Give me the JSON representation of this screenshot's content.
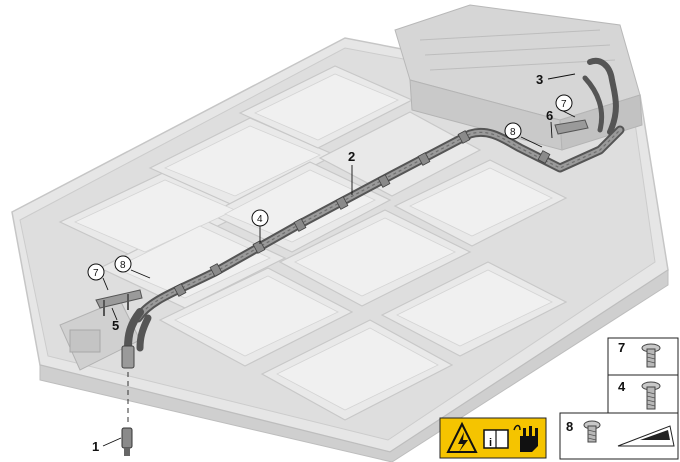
{
  "callouts": [
    {
      "label": "1",
      "style": "plain"
    },
    {
      "label": "2",
      "style": "plain"
    },
    {
      "label": "3",
      "style": "plain"
    },
    {
      "label": "4",
      "style": "circle"
    },
    {
      "label": "5",
      "style": "plain"
    },
    {
      "label": "6",
      "style": "plain"
    },
    {
      "label": "7",
      "style": "circle"
    },
    {
      "label": "8",
      "style": "circle"
    },
    {
      "label": "7",
      "style": "circle"
    },
    {
      "label": "8",
      "style": "circle"
    }
  ],
  "legend": {
    "items": [
      {
        "label": "7",
        "icon": "screw-icon"
      },
      {
        "label": "4",
        "icon": "screw-icon"
      },
      {
        "label": "8",
        "icon": "screw-icon"
      }
    ]
  },
  "warning_panel": {
    "icons": [
      "high-voltage-warning-icon",
      "read-manual-icon",
      "protective-gloves-icon"
    ],
    "color": "#f5c400"
  },
  "colors": {
    "tray": "#e2e2e2",
    "tray_edge": "#c4c4c4",
    "cable": "#6f6f6f"
  }
}
